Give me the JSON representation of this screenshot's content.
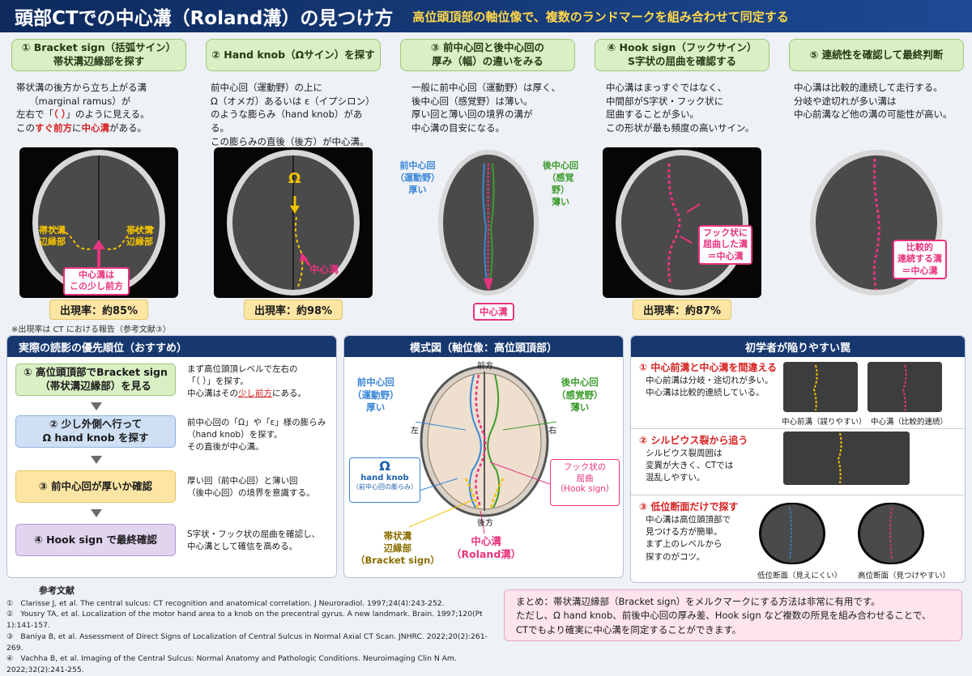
{
  "header": {
    "title": "頭部CTでの中心溝（Roland溝）の見つけ方",
    "subtitle": "高位頭頂部の軸位像で、複数のランドマークを組み合わせて同定する"
  },
  "columns": [
    {
      "title": "① Bracket sign（括弧サイン）\n帯状溝辺縁部を探す",
      "rate": "出現率：約85%"
    },
    {
      "title": "② Hand knob（Ωサイン）を探す",
      "desc": "前中心回（運動野）の上に\nΩ（オメガ）あるいは ε（イプシロン）\nのような膨らみ（hand knob）がある。\nこの膨らみの直後（後方）が中心溝。",
      "rate": "出現率：約98%"
    },
    {
      "title": "③ 前中心回と後中心回の\n厚み（幅）の違いをみる",
      "desc": "一般に前中心回（運動野）は厚く、\n後中心回（感覚野）は薄い。\n厚い回と薄い回の境界の溝が\n中心溝の目安になる。"
    },
    {
      "title": "④ Hook sign（フックサイン）\nS字状の屈曲を確認する",
      "desc": "中心溝はまっすぐではなく、\n中間部がS字状・フック状に\n屈曲することが多い。\nこの形状が最も頻度の高いサイン。",
      "rate": "出現率：約87%"
    },
    {
      "title": "⑤ 連続性を確認して最終判断",
      "desc": "中心溝は比較的連続して走行する。\n分岐や途切れが多い溝は\n中心前溝など他の溝の可能性が高い。"
    }
  ],
  "col1": {
    "d1": "帯状溝の後方から立ち上がる溝",
    "d2": "（marginal ramus）が",
    "d3a": "左右で「",
    "d3b": "（ ）",
    "d3c": "」のように見える。",
    "d4a": "この",
    "d4b": "すぐ前方",
    "d4c": "に",
    "d4d": "中心溝",
    "d4e": "がある。"
  },
  "scan_labels": {
    "c1_left": "帯状溝\n辺縁部",
    "c1_right": "帯状溝\n辺縁部",
    "c1_box": "中心溝は\nこの少し前方",
    "c2_omega": "Ω",
    "c2_cs": "中心溝",
    "c3_pre": "前中心回\n（運動野）\n厚い",
    "c3_post": "後中心回\n（感覚野）\n薄い",
    "c3_cs": "中心溝",
    "c4_box": "フック状に\n屈曲した溝\n＝中心溝",
    "c5_box": "比較的\n連続する溝\n＝中心溝"
  },
  "note": "※出現率は CT における報告（参考文献③）",
  "priority": {
    "title": "実際の読影の優先順位（おすすめ）",
    "steps": [
      {
        "label": "① 高位頭頂部でBracket sign\n（帯状溝辺縁部）を見る",
        "text_a": "まず高位頭頂レベルで左右の\n「（ ）」を探す。\n中心溝はその",
        "text_b": "少し前方",
        "text_c": "にある。"
      },
      {
        "label": "② 少し外側へ行って\nΩ hand knob を探す",
        "text": "前中心回の「Ω」や「ε」様の膨らみ\n（hand knob）を探す。\nその直後が中心溝。"
      },
      {
        "label": "③ 前中心回が厚いか確認",
        "text": "厚い回（前中心回）と薄い回\n（後中心回）の境界を意識する。"
      },
      {
        "label": "④ Hook sign で最終確認",
        "text": "S字状・フック状の屈曲を確認し、\n中心溝として確信を高める。"
      }
    ]
  },
  "schema": {
    "title": "模式図（軸位像：高位頭頂部）",
    "front": "前方",
    "back": "後方",
    "left": "左",
    "right": "右",
    "pre": "前中心回\n（運動野）\n厚い",
    "post": "後中心回\n（感覚野）\n薄い",
    "omega": "Ω",
    "omega_t": "hand knob",
    "omega_s": "（前中心回の膨らみ）",
    "hook": "フック状の\n屈曲\n（Hook sign）",
    "bracket": "帯状溝\n辺縁部\n（Bracket sign）",
    "cs": "中心溝\n（Roland溝）"
  },
  "traps": {
    "title": "初学者が陥りやすい罠",
    "t1_h": "① 中心前溝と中心溝を間違える",
    "t1_t": "中心前溝は分岐・途切れが多い。\n中心溝は比較的連続している。",
    "t1_c1": "中心前溝（誤りやすい）",
    "t1_c2": "中心溝（比較的連続）",
    "t2_h": "② シルビウス裂から追う",
    "t2_t": "シルビウス裂周囲は\n変異が大きく、CTでは\n混乱しやすい。",
    "t3_h": "③ 低位断面だけで探す",
    "t3_t": "中心溝は高位頭頂部で\n見つける方が簡単。\nまず上のレベルから\n探すのがコツ。",
    "t3_c1": "低位断面（見えにくい）",
    "t3_c2": "高位断面（見つけやすい）"
  },
  "refs": {
    "title": "参考文献",
    "items": [
      "①　Clarisse J, et al. The central sulcus: CT recognition and anatomical correlation. J Neuroradiol. 1997;24(4):243-252.",
      "②　Yousry TA, et al. Localization of the motor hand area to a knob on the precentral gyrus. A new landmark. Brain. 1997;120(Pt 1):141-157.",
      "③　Baniya B, et al. Assessment of Direct Signs of Localization of Central Sulcus in Normal Axial CT Scan. JNHRC. 2022;20(2):261-269.",
      "④　Vachha B, et al. Imaging of the Central Sulcus: Normal Anatomy and Pathologic Conditions. Neuroimaging Clin N Am. 2022;32(2):241-255."
    ]
  },
  "summary": "まとめ：帯状溝辺縁部（Bracket sign）をメルクマークにする方法は非常に有用です。\nただし、Ω hand knob、前後中心回の厚み差、Hook sign など複数の所見を組み合わせることで、\nCTでもより確実に中心溝を同定することができます。",
  "colors": {
    "navy": "#17386f",
    "yellow": "#f2c200",
    "pink": "#e8337e",
    "blue": "#3a86d8",
    "green": "#3c9b2c",
    "red": "#d62121"
  }
}
